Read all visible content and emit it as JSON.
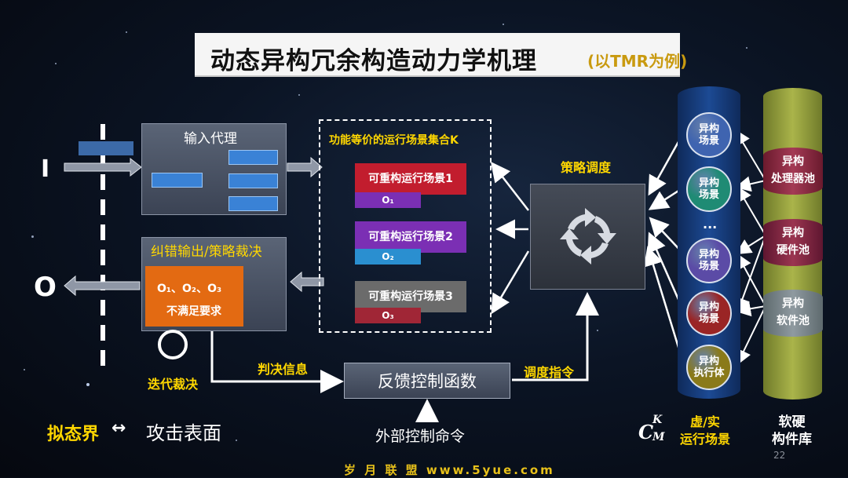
{
  "title": {
    "main": "动态异构冗余构造动力学机理",
    "sub": "(以TMR为例)"
  },
  "io": {
    "input_label": "I",
    "output_label": "O"
  },
  "input_agent": {
    "label": "输入代理"
  },
  "arbiter": {
    "label": "纠错输出/策略裁决",
    "values": "O₁、O₂、O₃",
    "status": "不满足要求"
  },
  "iteration": {
    "label": "迭代裁决"
  },
  "scenes": {
    "title": "功能等价的运行场景集合K",
    "items": [
      {
        "label": "可重构运行场景1",
        "tag": "O₁",
        "color": "#c21d2e",
        "tag_color": "#7b2fb4"
      },
      {
        "label": "可重构运行场景2",
        "tag": "O₂",
        "color": "#7b2fb4",
        "tag_color": "#2a8fd0"
      },
      {
        "label": "可重构运行场景3",
        "tag": "O₃",
        "color": "#6b6b6b",
        "tag_color": "#a02636"
      }
    ]
  },
  "policy": {
    "label": "策略调度"
  },
  "feedback": {
    "label": "反馈控制函数",
    "judge_info": "判决信息",
    "dispatch_cmd": "调度指令",
    "external_cmd": "外部控制命令"
  },
  "bottom_left": {
    "mimic": "拟态界",
    "arrow": "↔",
    "attack": "攻击表面"
  },
  "virtual_scenes": {
    "items": [
      {
        "line1": "异构",
        "line2": "场景",
        "color": "#3f64b0"
      },
      {
        "line1": "异构",
        "line2": "场景",
        "color": "#1f8b74"
      },
      {
        "line1": "异构",
        "line2": "场景",
        "color": "#5b4ba6"
      },
      {
        "line1": "异构",
        "line2": "场景",
        "color": "#9a2525"
      },
      {
        "line1": "异构",
        "line2": "执行体",
        "color": "#8a7a1a"
      }
    ],
    "dots": "...",
    "formula_main": "C",
    "formula_sup": "K",
    "formula_sub": "M",
    "label_line1": "虚/实",
    "label_line2": "运行场景"
  },
  "component_lib": {
    "pools": [
      {
        "line1": "异构",
        "line2": "处理器池"
      },
      {
        "line1": "异构",
        "line2": "硬件池"
      },
      {
        "line1": "异构",
        "line2": "软件池"
      }
    ],
    "label_line1": "软硬",
    "label_line2": "构件库"
  },
  "page_number": "22",
  "footer": "岁 月 联 盟  www.5yue.com",
  "colors": {
    "accent": "#ffd700",
    "orange": "#e36a12",
    "blue": "#3a82d6"
  }
}
